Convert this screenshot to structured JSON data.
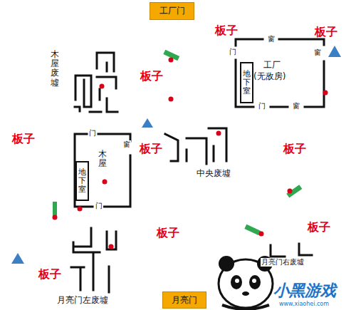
{
  "diagram": {
    "nodes": [
      {
        "text": [
          "工厂门"
        ]
      },
      {
        "text": [
          "地下室"
        ]
      },
      {
        "text": [
          "地下室"
        ]
      },
      {
        "text": [
          "月亮门"
        ]
      }
    ],
    "labels": [
      "板子",
      "板子",
      "工厂",
      "(无敌房)",
      "窗",
      "窗",
      "门",
      "门",
      "窗",
      "木屋废墟",
      "板子",
      "板子",
      "门",
      "窗",
      "木屋",
      "板子",
      "板子",
      "中央废墟",
      "门",
      "板子",
      "板子",
      "月亮门右废墟",
      "板子",
      "月亮门左废墟",
      "小黑游戏",
      "www.xiaohei.com"
    ]
  }
}
